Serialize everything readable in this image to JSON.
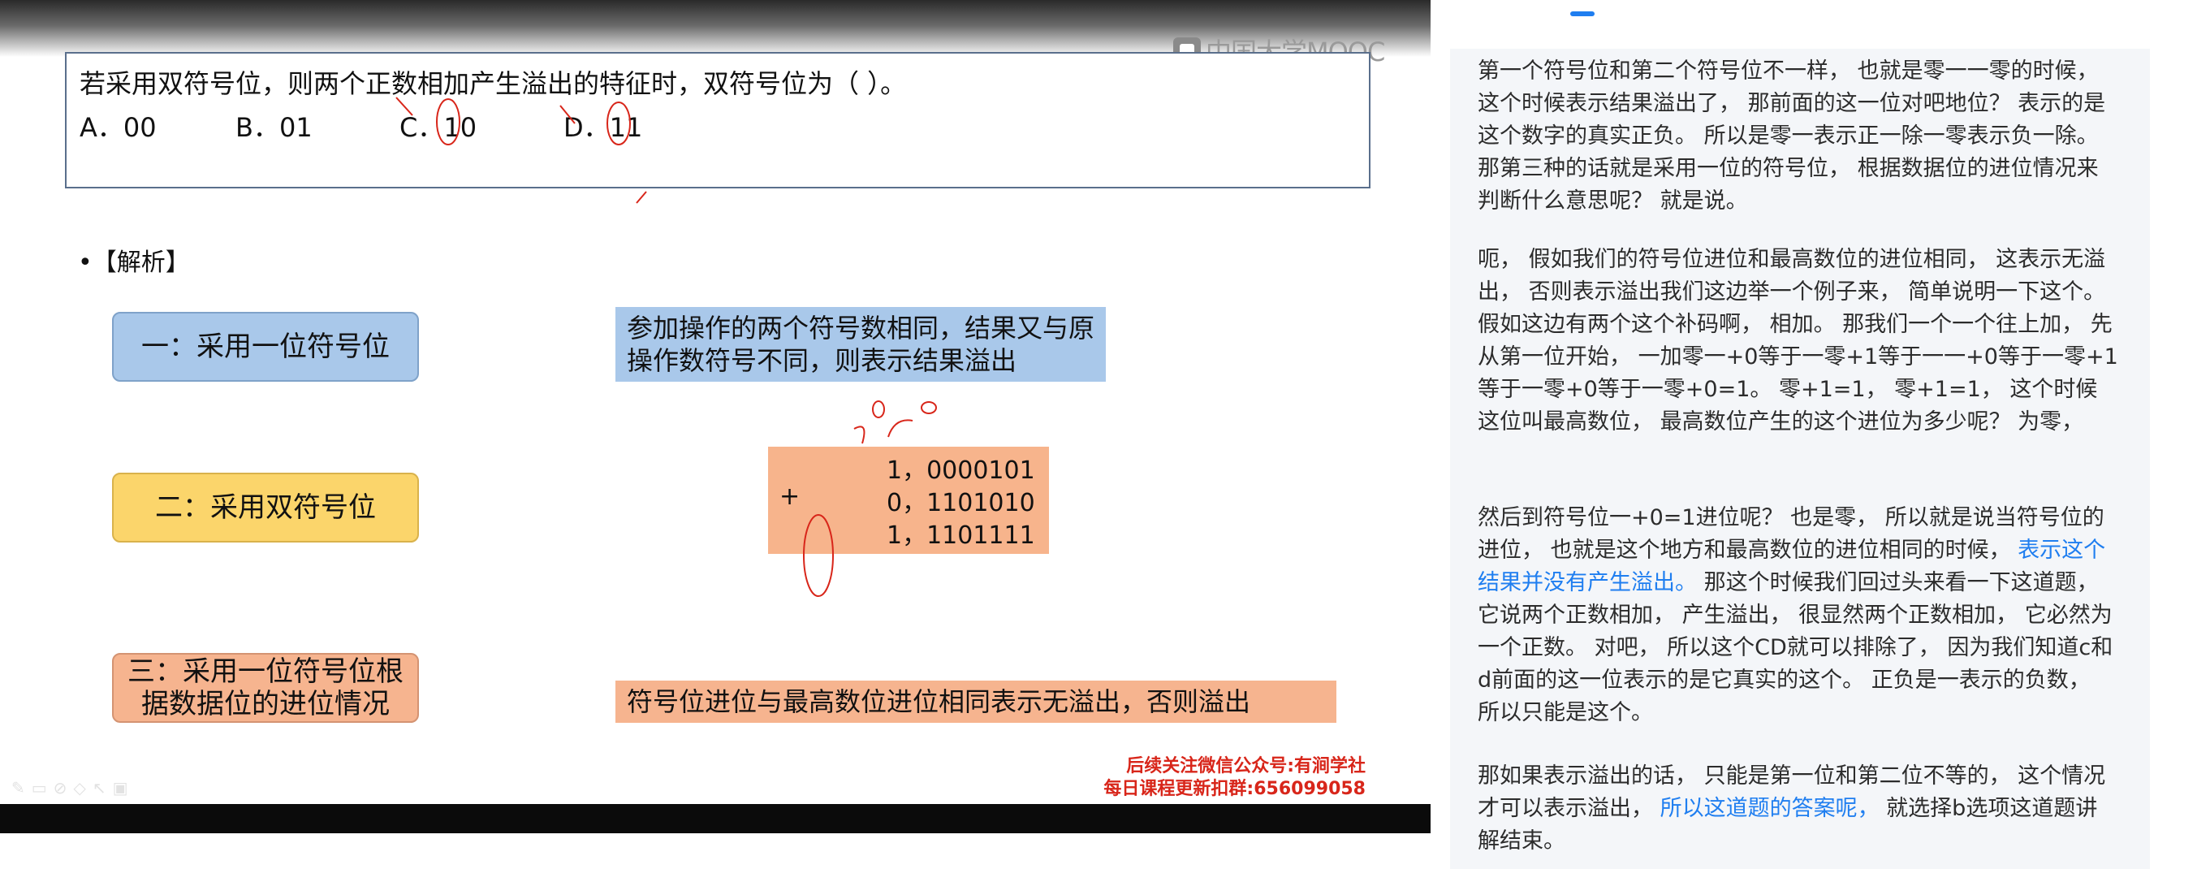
{
  "video": {
    "logo_text": "中国大学MOOC",
    "question": "若采用双符号位，则两个正数相加产生溢出的特征时，双符号位为（    ）。",
    "options": [
      {
        "label": "A．00"
      },
      {
        "label": "B．01"
      },
      {
        "label": "C．10"
      },
      {
        "label": "D．11"
      }
    ],
    "analysis_label": "•【解析】",
    "methods": [
      {
        "label": "一：采用一位符号位"
      },
      {
        "label": "二：采用双符号位"
      },
      {
        "label": "三：采用一位符号位根据数据位的进位情况"
      }
    ],
    "method1_desc": "参加操作的两个符号数相同，结果又与原操作数符号不同，则表示结果溢出",
    "calc_rows": [
      {
        "op": "",
        "value": "1，0000101"
      },
      {
        "op": "+",
        "value": "0，1101010"
      },
      {
        "op": "",
        "value": "1，1101111"
      }
    ],
    "method3_desc": "符号位进位与最高数位进位相同表示无溢出，否则溢出",
    "footer_line1": "后续关注微信公众号:有涧学社",
    "footer_line2": "每日课程更新扣群:656099058",
    "accent_red": "#d8261a",
    "box_blue": "#a9c8ea",
    "box_yellow": "#fbd56b",
    "box_orange": "#f6b48f"
  },
  "transcript": {
    "accent": "#1f7ef0",
    "p1": "第一个符号位和第二个符号位不一样， 也就是零一一零的时候， 这个时候表示结果溢出了， 那前面的这一位对吧地位？ 表示的是这个数字的真实正负。 所以是零一表示正一除一零表示负一除。 那第三种的话就是采用一位的符号位， 根据数据位的进位情况来判断什么意思呢？ 就是说。",
    "p2": "呃， 假如我们的符号位进位和最高数位的进位相同， 这表示无溢出， 否则表示溢出我们这边举一个例子来， 简单说明一下这个。 假如这边有两个这个补码啊， 相加。 那我们一个一个往上加， 先从第一位开始， 一加零一+0等于一零+1等于一一+0等于一零+1等于一零+0等于一零+0=1。 零+1=1， 零+1=1， 这个时候这位叫最高数位， 最高数位产生的这个进位为多少呢？ 为零，",
    "p3_before": "然后到符号位一+0=1进位呢？ 也是零， 所以就是说当符号位的进位， 也就是这个地方和最高数位的进位相同的时候，",
    "p3_highlight": " 表示这个结果并没有产生溢出。",
    "p3_after": " 那这个时候我们回过头来看一下这道题， 它说两个正数相加， 产生溢出， 很显然两个正数相加， 它必然为一个正数。 对吧， 所以这个CD就可以排除了， 因为我们知道c和d前面的这一位表示的是它真实的这个。 正负是一表示的负数， 所以只能是这个。",
    "p4_before": "那如果表示溢出的话， 只能是第一位和第二位不等的， 这个情况才可以表示溢出，",
    "p4_highlight": " 所以这道题的答案呢，",
    "p4_after": " 就选择b选项这道题讲解结束。"
  }
}
